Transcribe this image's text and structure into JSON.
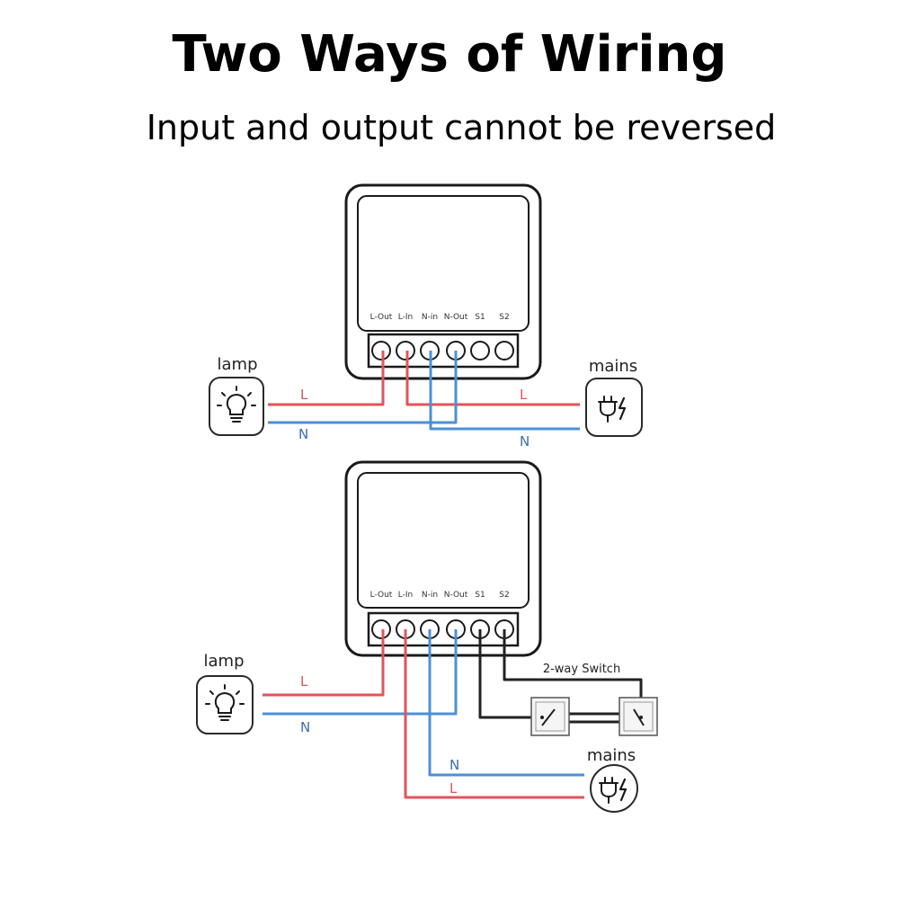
{
  "title": "Two Ways of Wiring",
  "subtitle": "Input and output cannot be reversed",
  "colors": {
    "live": "#e0555a",
    "neutral": "#4d8fd8",
    "switch": "#222222",
    "outline": "#1a1a1a"
  },
  "terminals": [
    "L-Out",
    "L-In",
    "N-in",
    "N-Out",
    "S1",
    "S2"
  ],
  "labels": {
    "lamp": "lamp",
    "mains": "mains",
    "live": "L",
    "neutral": "N",
    "two_way_switch": "2-way Switch"
  },
  "icons": {
    "lamp": "bulb-icon",
    "mains": "plug-power-icon"
  }
}
